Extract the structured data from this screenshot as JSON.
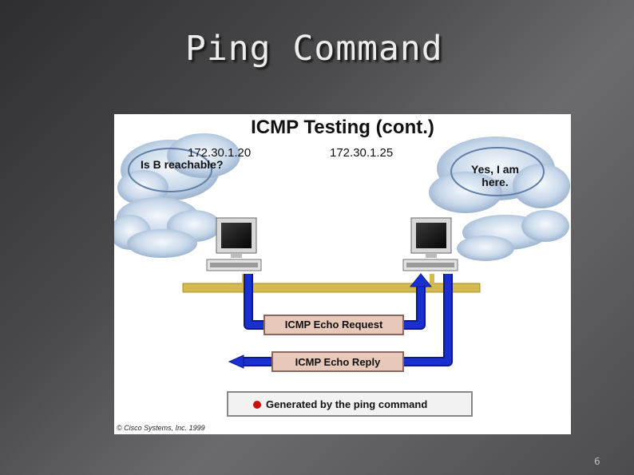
{
  "slide": {
    "title": "Ping Command",
    "page_number": "6"
  },
  "figure": {
    "title": "ICMP Testing (cont.)",
    "host_a_ip": "172.30.1.20",
    "host_b_ip": "172.30.1.25",
    "bubble_a": "Is B reachable?",
    "bubble_b": "Yes, I am here.",
    "request_label": "ICMP Echo Request",
    "reply_label": "ICMP Echo Reply",
    "legend_label": "Generated by the ping command",
    "copyright": "© Cisco Systems, Inc. 1999"
  },
  "colors": {
    "arrow": "#1a2fd0",
    "bus": "#d4b850",
    "legend_dot": "#cc1010",
    "label_box": "#e8c8b8"
  }
}
